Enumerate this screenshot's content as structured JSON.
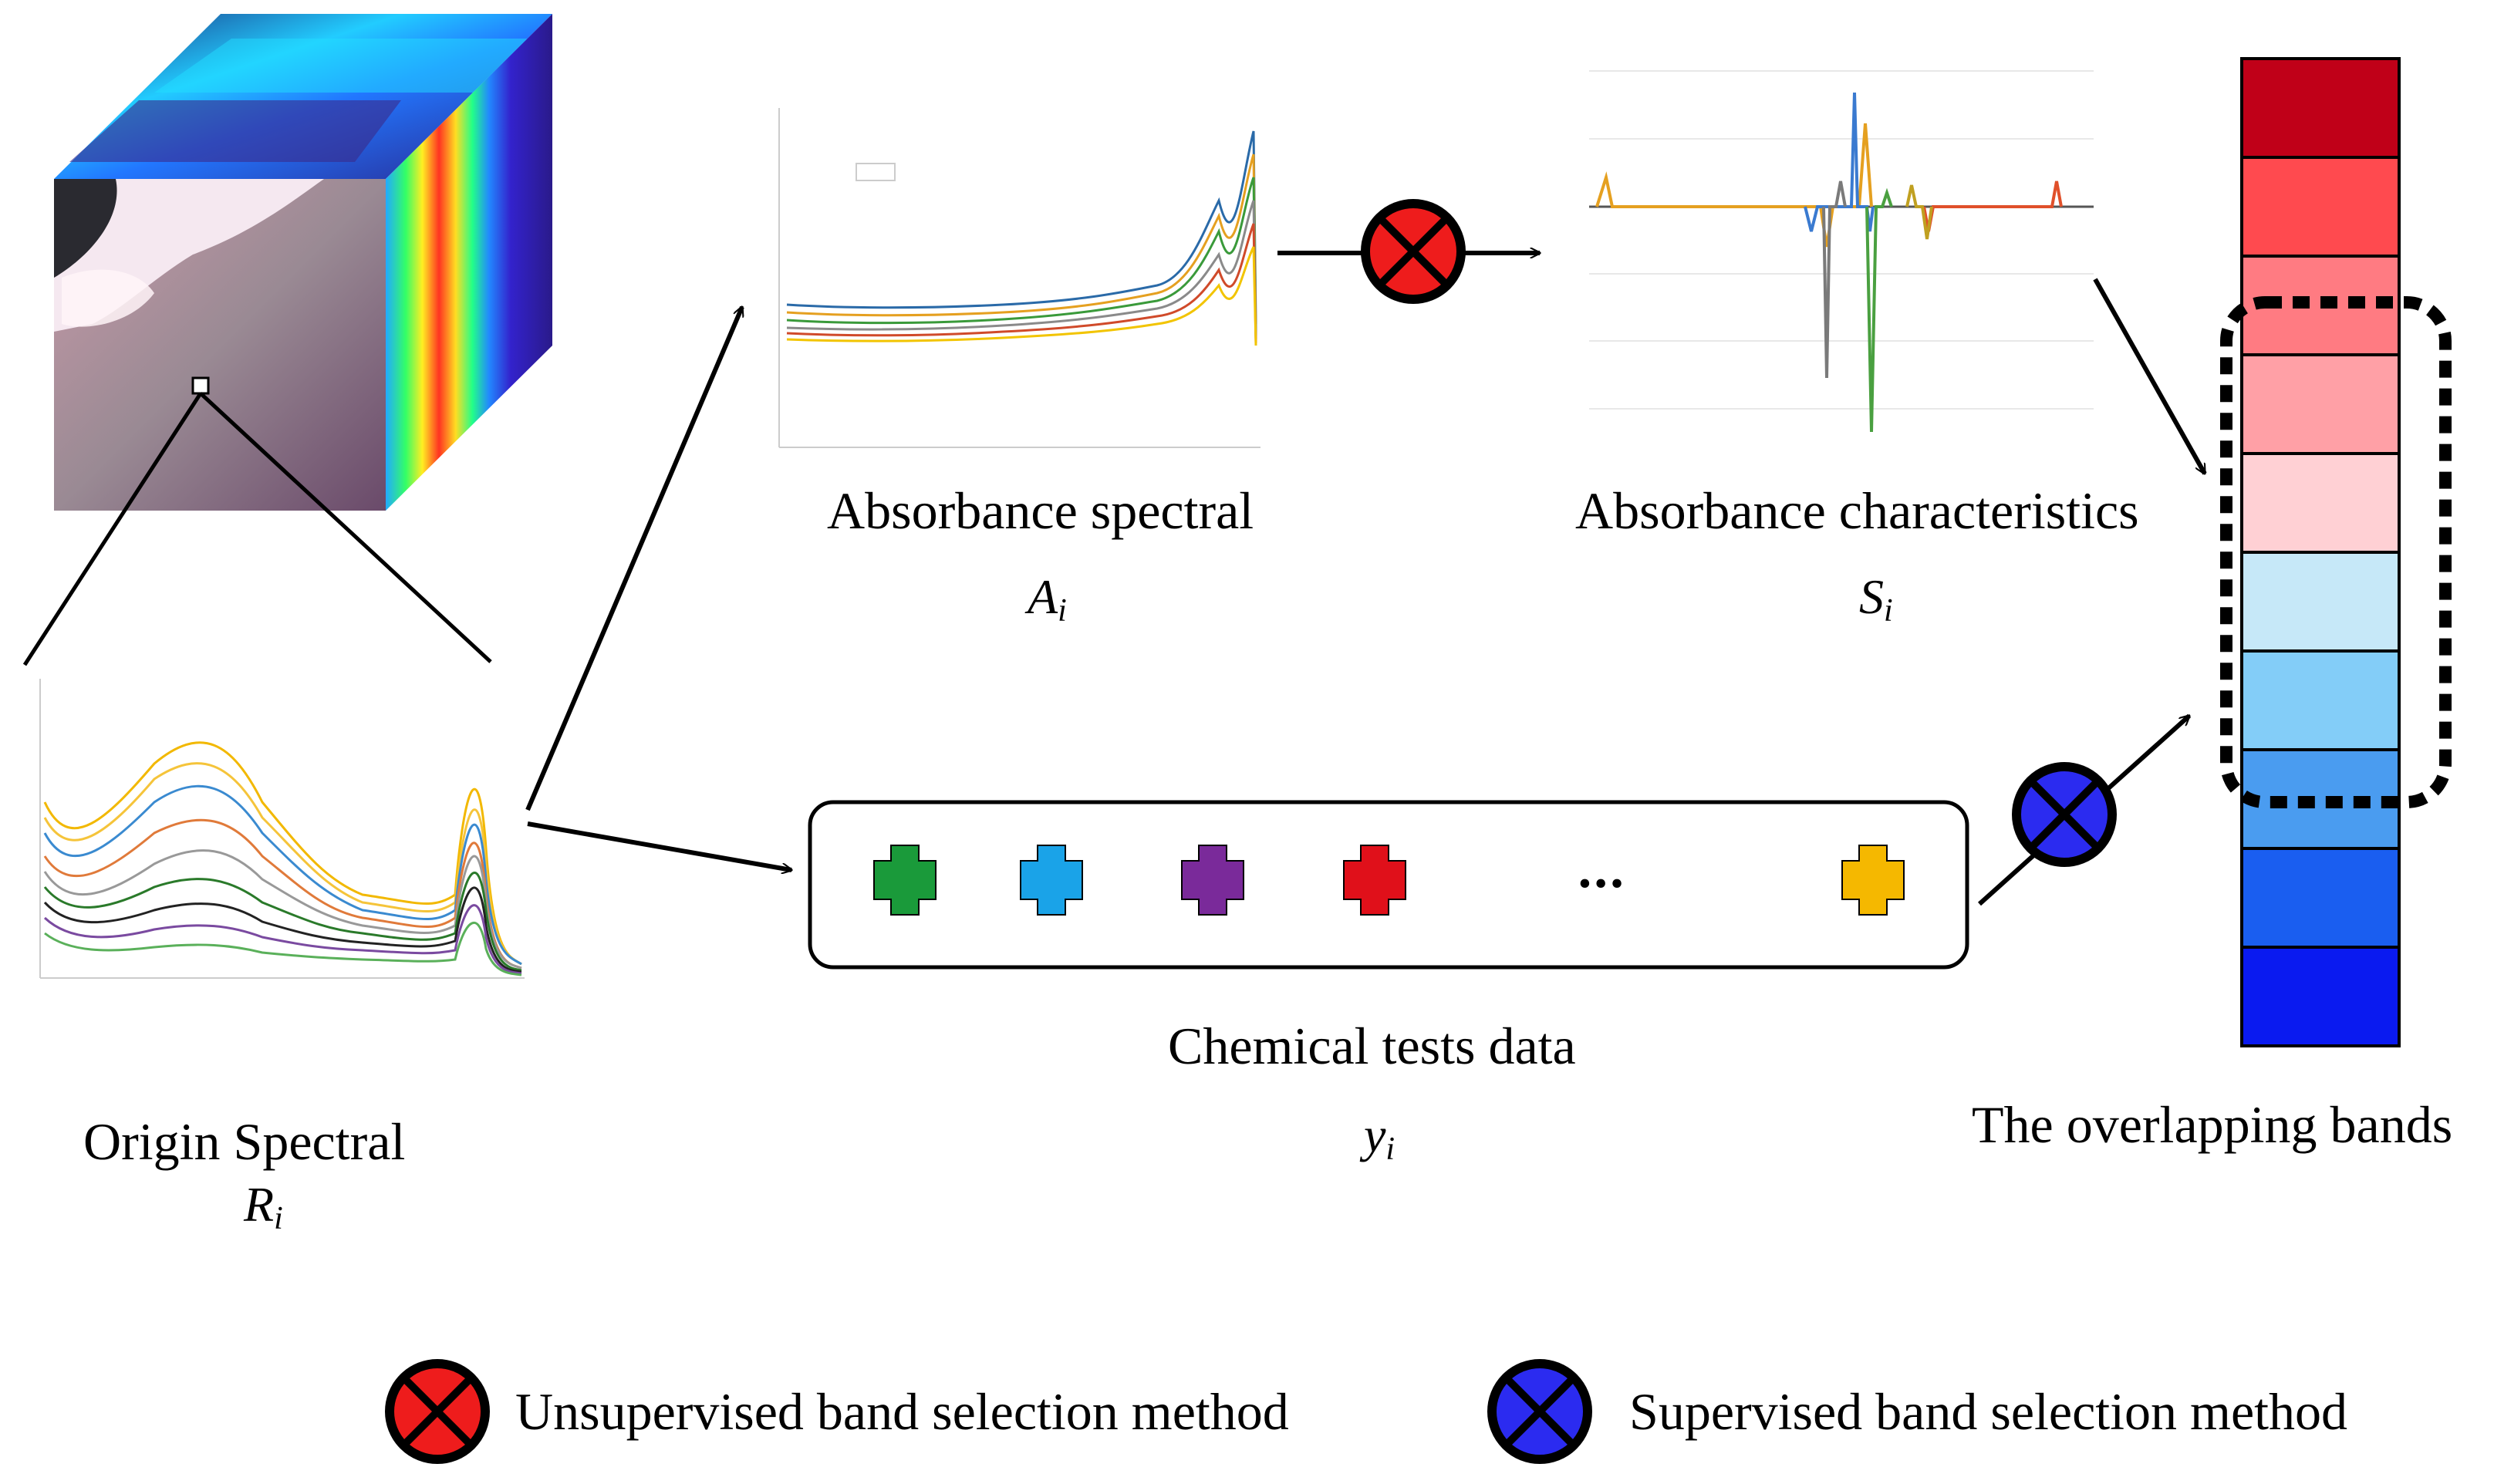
{
  "labels": {
    "origin_title": "Origin Spectral",
    "origin_var": "R",
    "absorbance_title": "Absorbance spectral",
    "absorbance_var": "A",
    "characteristics_title": "Absorbance characteristics",
    "characteristics_var": "S",
    "chemical_title": "Chemical tests data",
    "chemical_var": "y",
    "bands_title": "The overlapping bands",
    "subscript": "i",
    "ellipsis": "•••"
  },
  "legend": {
    "unsupervised": "Unsupervised band selection method",
    "supervised": "Supervised band selection method"
  },
  "colors": {
    "unsupervised": "#ee1c1c",
    "supervised": "#2b2bf0",
    "crosses": [
      "#1a9a3a",
      "#1aa3e8",
      "#7a2a9a",
      "#e0101a",
      "#f5b800"
    ],
    "bands": [
      "#c00018",
      "#ff4a4f",
      "#ff7b82",
      "#ffa0a6",
      "#ffd0d4",
      "#c6e8f8",
      "#83cdf8",
      "#4a9cf0",
      "#1a5ef0",
      "#0a1af0"
    ]
  },
  "icons": {
    "hyperspectral_cube": "hyperspectral-cube-icon",
    "cross_circle": "cross-circle-icon",
    "plus": "plus-icon"
  }
}
